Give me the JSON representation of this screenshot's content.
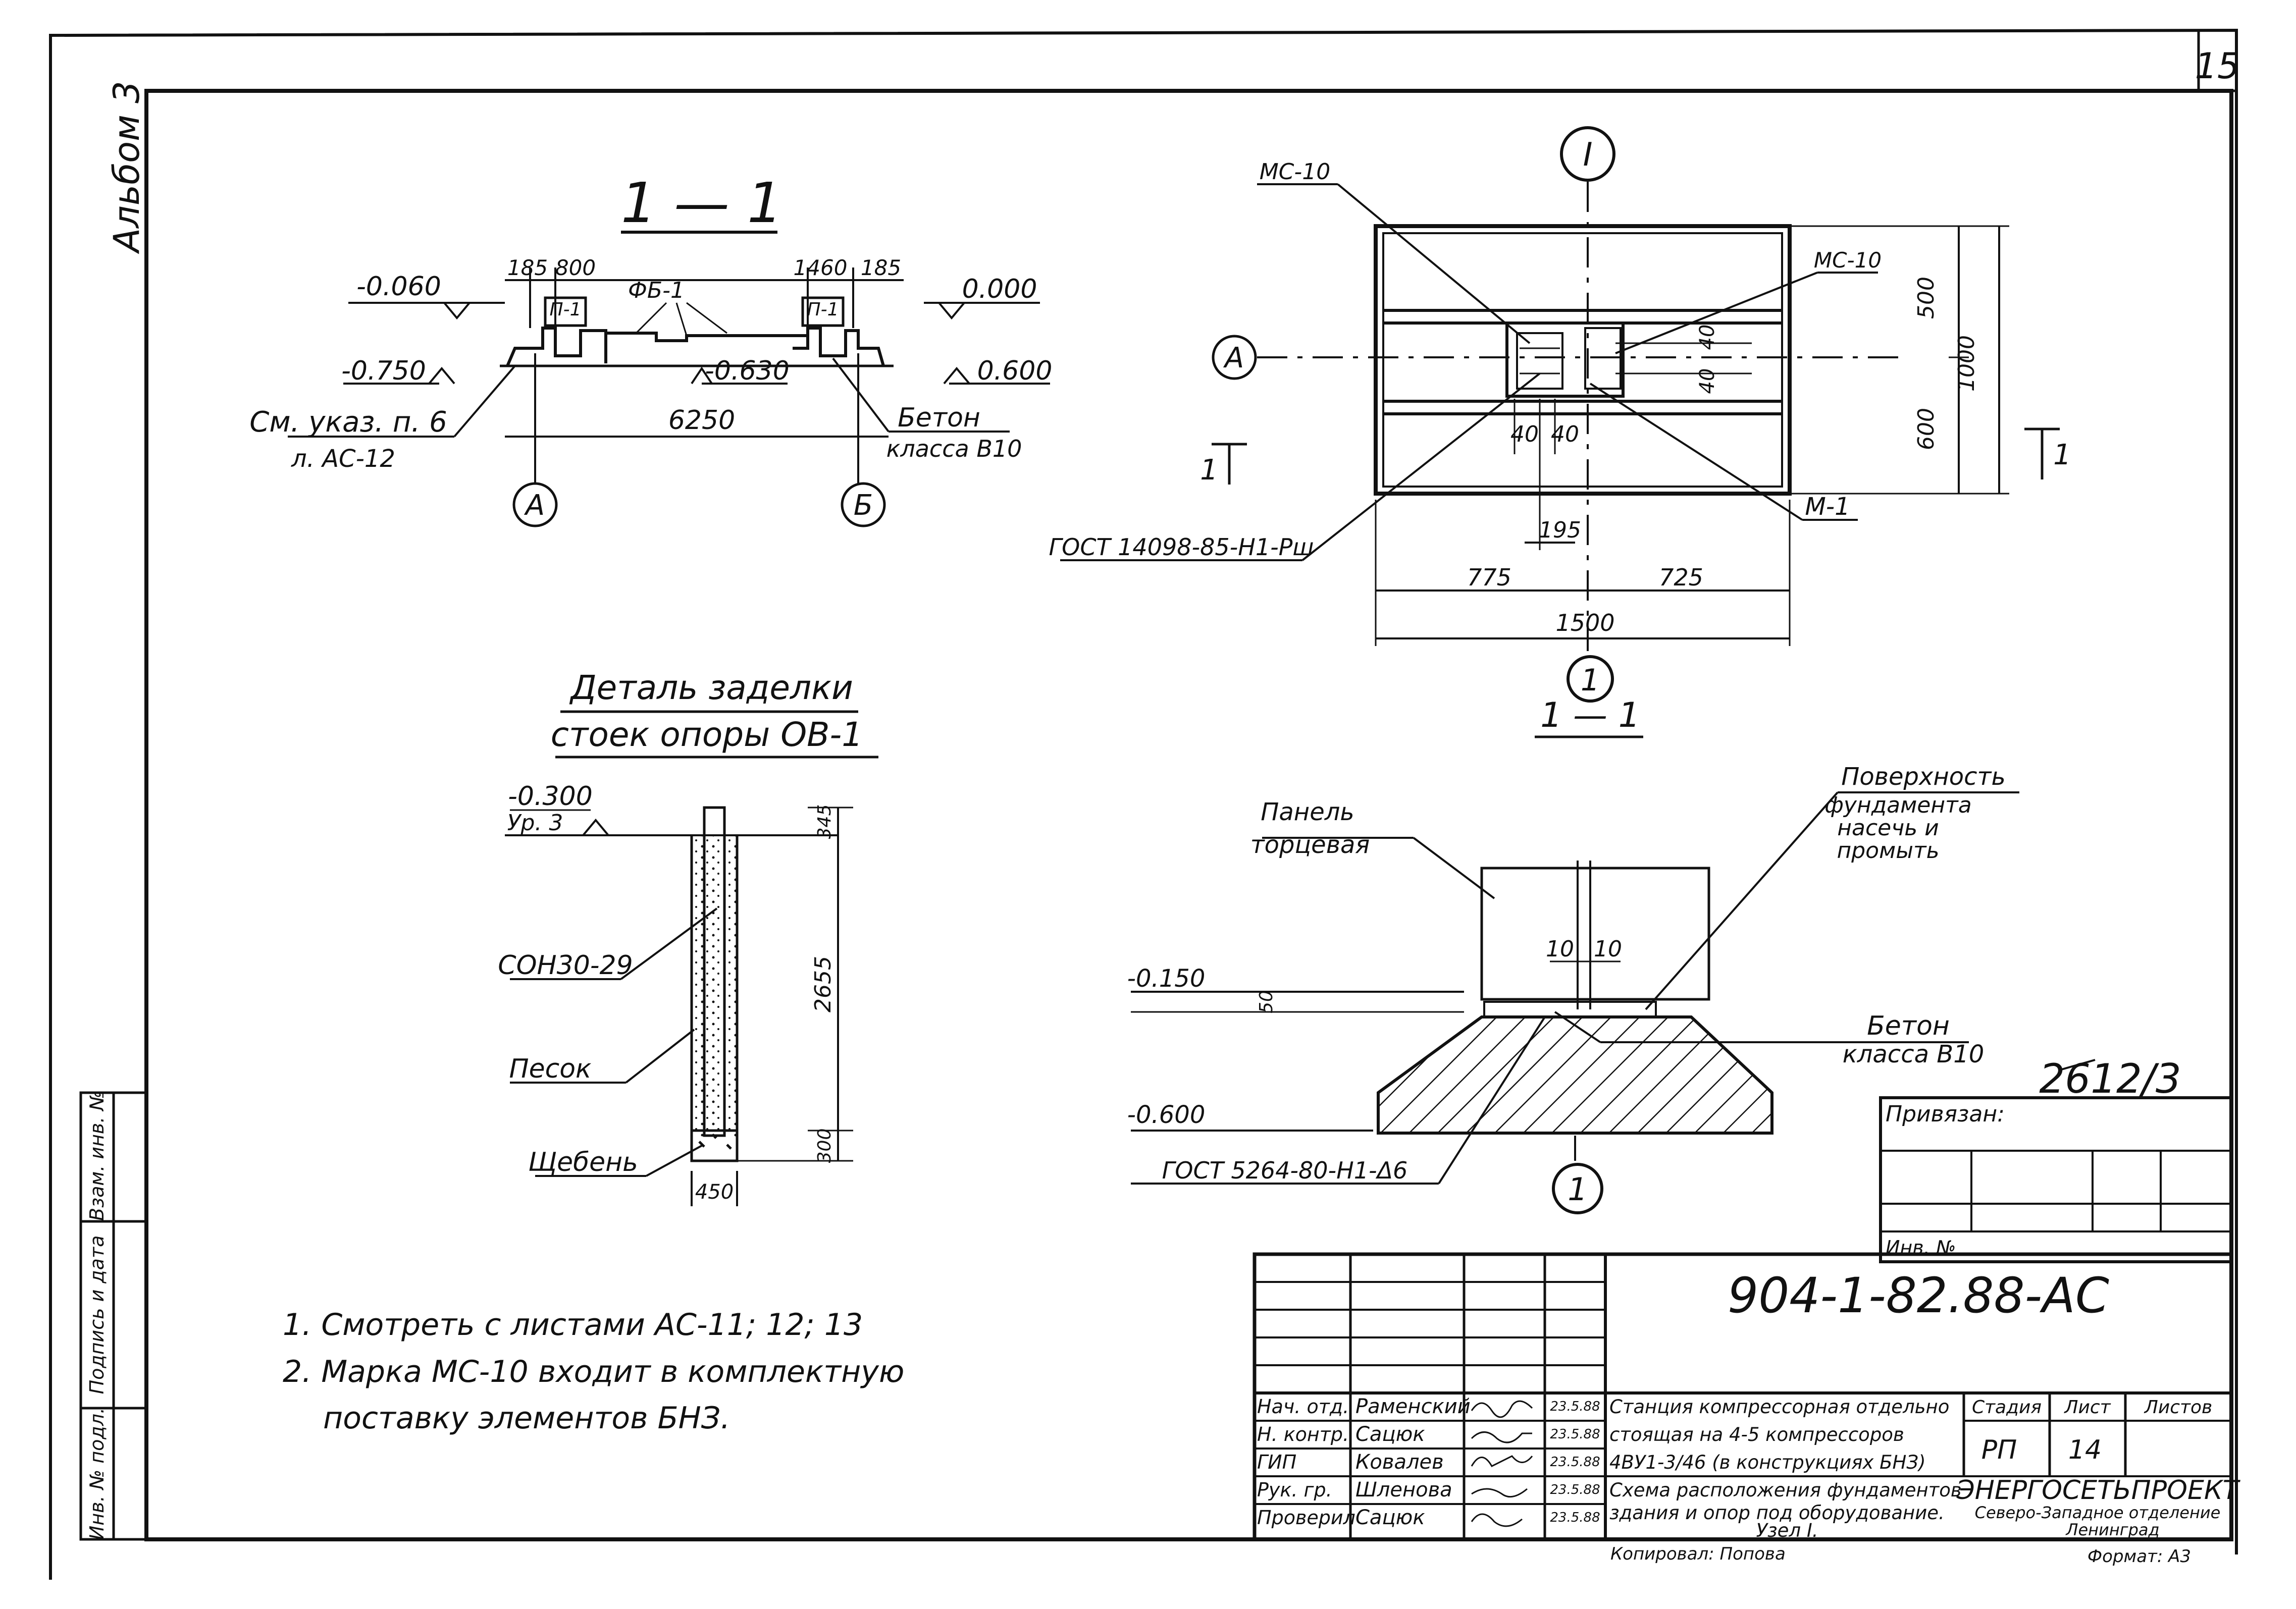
{
  "sheet_number": "15",
  "album": "Альбом 3",
  "section_1_1": {
    "title": "1 — 1",
    "elev_left_top": "-0.060",
    "elev_left_bottom": "-0.750",
    "elev_right_top": "0.000",
    "elev_right_bottom": "0.600",
    "elev_mid": "-0.630",
    "dim_185a": "185",
    "dim_800": "800",
    "dim_1460": "1460",
    "dim_185b": "185",
    "label_fb": "ФБ-1",
    "label_p1_left": "П-1",
    "label_p1_right": "П-1",
    "dim_span": "6250",
    "note_line1": "См. указ. п. 6",
    "note_line2": "л. АС-12",
    "concrete_line1": "Бетон",
    "concrete_line2": "класса В10",
    "axis_a": "А",
    "axis_b": "Б"
  },
  "plan": {
    "axis_top": "I",
    "axis_left": "А",
    "label_ms10_left": "МС-10",
    "label_ms10_right": "МС-10",
    "label_m1": "М-1",
    "label_gost": "ГОСТ 14098-85-Н1-Рш",
    "dim_500": "500",
    "dim_600": "600",
    "dim_1000": "1000",
    "dim_40a": "40",
    "dim_40b": "40",
    "dim_40c": "40",
    "dim_40d": "40",
    "dim_195": "195",
    "dim_775": "775",
    "dim_725": "725",
    "dim_1500": "1500",
    "cut_left": "1",
    "cut_right": "1",
    "axis_bottom": "1",
    "bottom_title": "1 — 1"
  },
  "detail": {
    "title_line1": "Деталь заделки",
    "title_line2": "стоек опоры ОВ-1",
    "elev": "-0.300",
    "level": "Ур. 3",
    "dim_345": "345",
    "dim_2655": "2655",
    "dim_300": "300",
    "dim_450": "450",
    "label_post": "СОН30-29",
    "label_sand": "Песок",
    "label_gravel": "Щебень"
  },
  "node": {
    "label_panel_line1": "Панель",
    "label_panel_line2": "торцевая",
    "label_surface_line1": "Поверхность",
    "label_surface_line2": "фундамента",
    "label_surface_line3": "насечь и",
    "label_surface_line4": "промыть",
    "dim_10a": "10",
    "dim_10b": "10",
    "dim_50": "50",
    "elev_top": "-0.150",
    "elev_bottom": "-0.600",
    "concrete_line1": "Бетон",
    "concrete_line2": "класса В10",
    "label_gost": "ГОСТ 5264-80-Н1-Δ6",
    "axis": "1"
  },
  "notes": [
    "1.  Смотреть с листами АС-11; 12; 13",
    "2.  Марка МС-10 входит в комплектную",
    "поставку элементов БНЗ."
  ],
  "binding": {
    "number": "2612/3",
    "label": "Привязан:",
    "inv": "Инв. №"
  },
  "side_stamp": [
    "Инв. № подл.",
    "Подпись и дата",
    "Взам. инв. №"
  ],
  "title_block": {
    "code": "904-1-82.88-АС",
    "roles": [
      "Нач. отд.",
      "Н. контр.",
      "ГИП",
      "Рук. гр.",
      "Проверил"
    ],
    "names": [
      "Раменский",
      "Сацюк",
      "Ковалев",
      "Шленова",
      "Сацюк"
    ],
    "dates": [
      "23.5.88",
      "23.5.88",
      "23.5.88",
      "23.5.88",
      "23.5.88"
    ],
    "project_line1": "Станция компрессорная отдельно",
    "project_line2": "стоящая на 4-5 компрессоров",
    "project_line3": "4ВУ1-3/46 (в конструкциях БНЗ)",
    "sheet_title_line1": "Схема расположения фундаментов",
    "sheet_title_line2": "здания и опор под оборудование.",
    "sheet_title_line3": "Узел I.",
    "stage_header": "Стадия",
    "sheet_header": "Лист",
    "sheets_header": "Листов",
    "stage": "РП",
    "sheet": "14",
    "org_line1": "ЭНЕРГОСЕТЬПРОЕКТ",
    "org_line2": "Северо-Западное отделение",
    "org_line3": "Ленинград",
    "copied": "Копировал: Попова",
    "format": "Формат: А3"
  }
}
